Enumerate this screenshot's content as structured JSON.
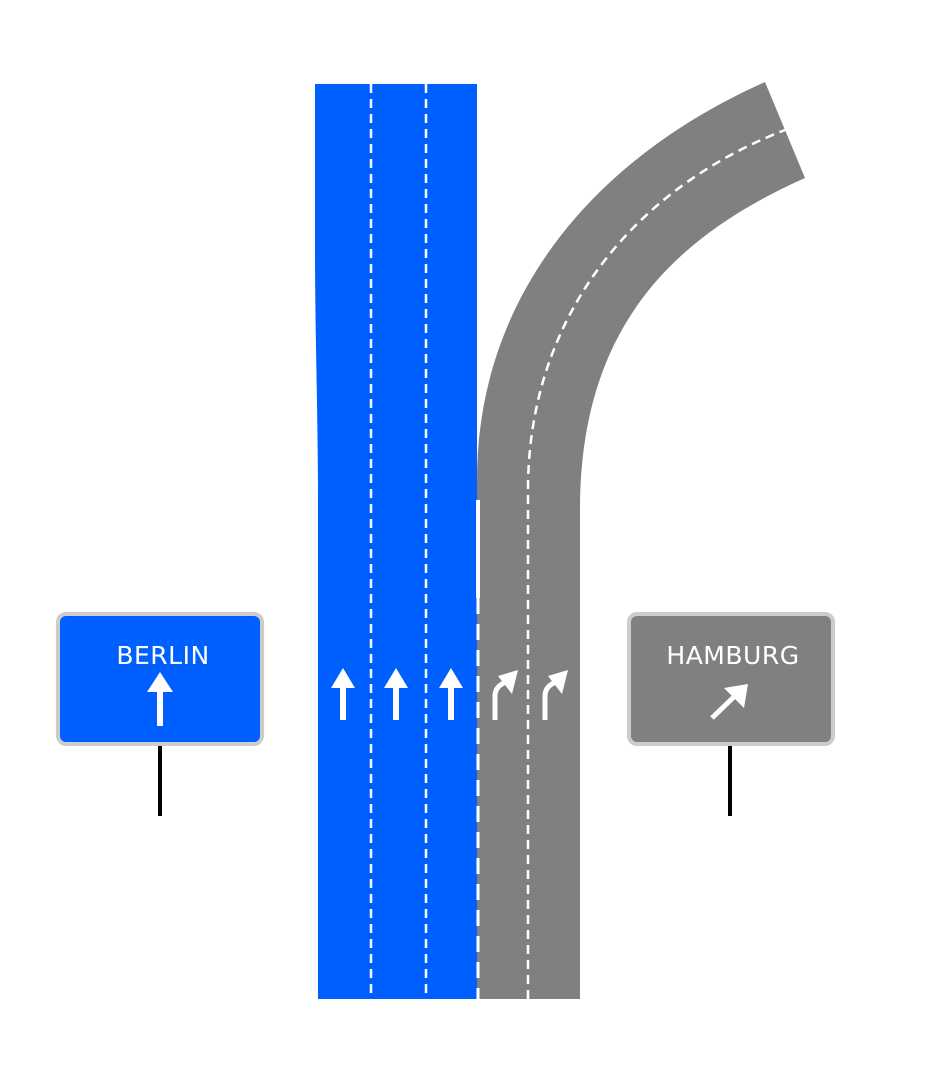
{
  "colors": {
    "background": "#ffffff",
    "through_lanes": "#0060ff",
    "exit_lanes": "#808080",
    "markings": "#ffffff",
    "sign_border": "#cccccc",
    "sign_post": "#000000"
  },
  "signs": {
    "left": {
      "destination": "BERLIN",
      "arrow": "straight-ahead-arrow",
      "color": "#0060ff"
    },
    "right": {
      "destination": "HAMBURG",
      "arrow": "diagonal-up-right-arrow",
      "color": "#808080"
    }
  },
  "road": {
    "through_lane_count": 3,
    "exit_lane_count": 2,
    "through_lane_arrows": [
      "straight-arrow",
      "straight-arrow",
      "straight-arrow"
    ],
    "exit_lane_arrows": [
      "turn-right-arrow",
      "turn-right-arrow"
    ]
  }
}
